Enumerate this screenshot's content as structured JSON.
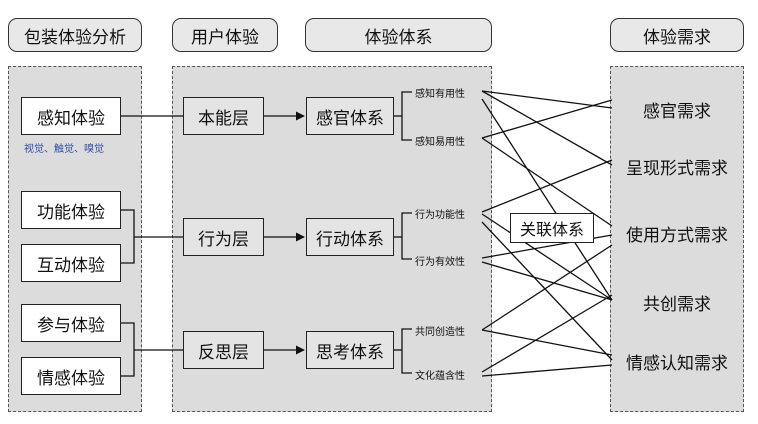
{
  "headers": {
    "analysis": "包装体验分析",
    "user_experience": "用户体验",
    "experience_system": "体验体系",
    "experience_needs": "体验需求"
  },
  "analysis": {
    "perception": "感知体验",
    "perception_sub": "视觉、触觉、嗅觉",
    "function": "功能体验",
    "interaction": "互动体验",
    "participation": "参与体验",
    "emotion": "情感体验"
  },
  "layers": {
    "instinct": "本能层",
    "behavior": "行为层",
    "reflection": "反思层"
  },
  "systems": {
    "sensory": "感官体系",
    "action": "行动体系",
    "thinking": "思考体系"
  },
  "attributes": {
    "perceived_usefulness": "感知有用性",
    "perceived_ease": "感知易用性",
    "behavior_function": "行为功能性",
    "behavior_effectiveness": "行为有效性",
    "co_creation": "共同创造性",
    "cultural_connotation": "文化蕴含性"
  },
  "association": "关联体系",
  "needs": {
    "sensory": "感官需求",
    "presentation": "呈现形式需求",
    "usage": "使用方式需求",
    "co_creation": "共创需求",
    "emotional": "情感认知需求"
  }
}
